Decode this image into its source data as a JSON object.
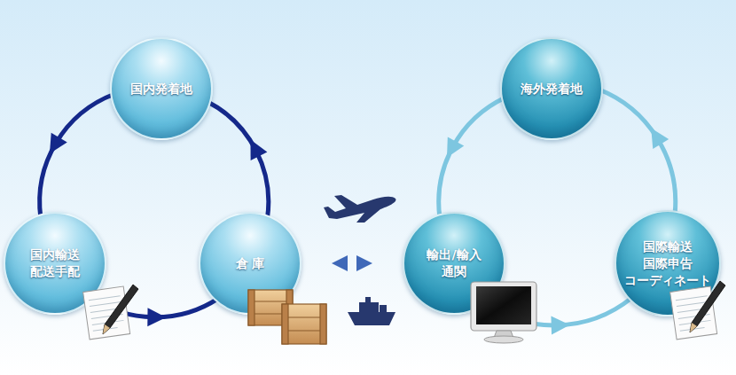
{
  "diagram": {
    "nodes": [
      {
        "text": [
          "国内発着地"
        ]
      },
      {
        "text": [
          "国内輸送 配送手配"
        ]
      },
      {
        "text": [
          "倉 庫"
        ]
      },
      {
        "text": [
          "海外発着地"
        ]
      },
      {
        "text": [
          "輸出/輸入 通関"
        ]
      },
      {
        "text": [
          "国際輸送 国際申告 コーディネート"
        ]
      }
    ],
    "edges": [
      {
        "from": 0,
        "to": 1,
        "arrow": "to"
      },
      {
        "from": 1,
        "to": 2,
        "arrow": "to"
      },
      {
        "from": 2,
        "to": 0,
        "arrow": "to"
      },
      {
        "from": 2,
        "to": 4,
        "arrow": "both"
      },
      {
        "from": 3,
        "to": 4,
        "arrow": "to"
      },
      {
        "from": 4,
        "to": 5,
        "arrow": "to"
      },
      {
        "from": 5,
        "to": 3,
        "arrow": "to"
      }
    ]
  }
}
